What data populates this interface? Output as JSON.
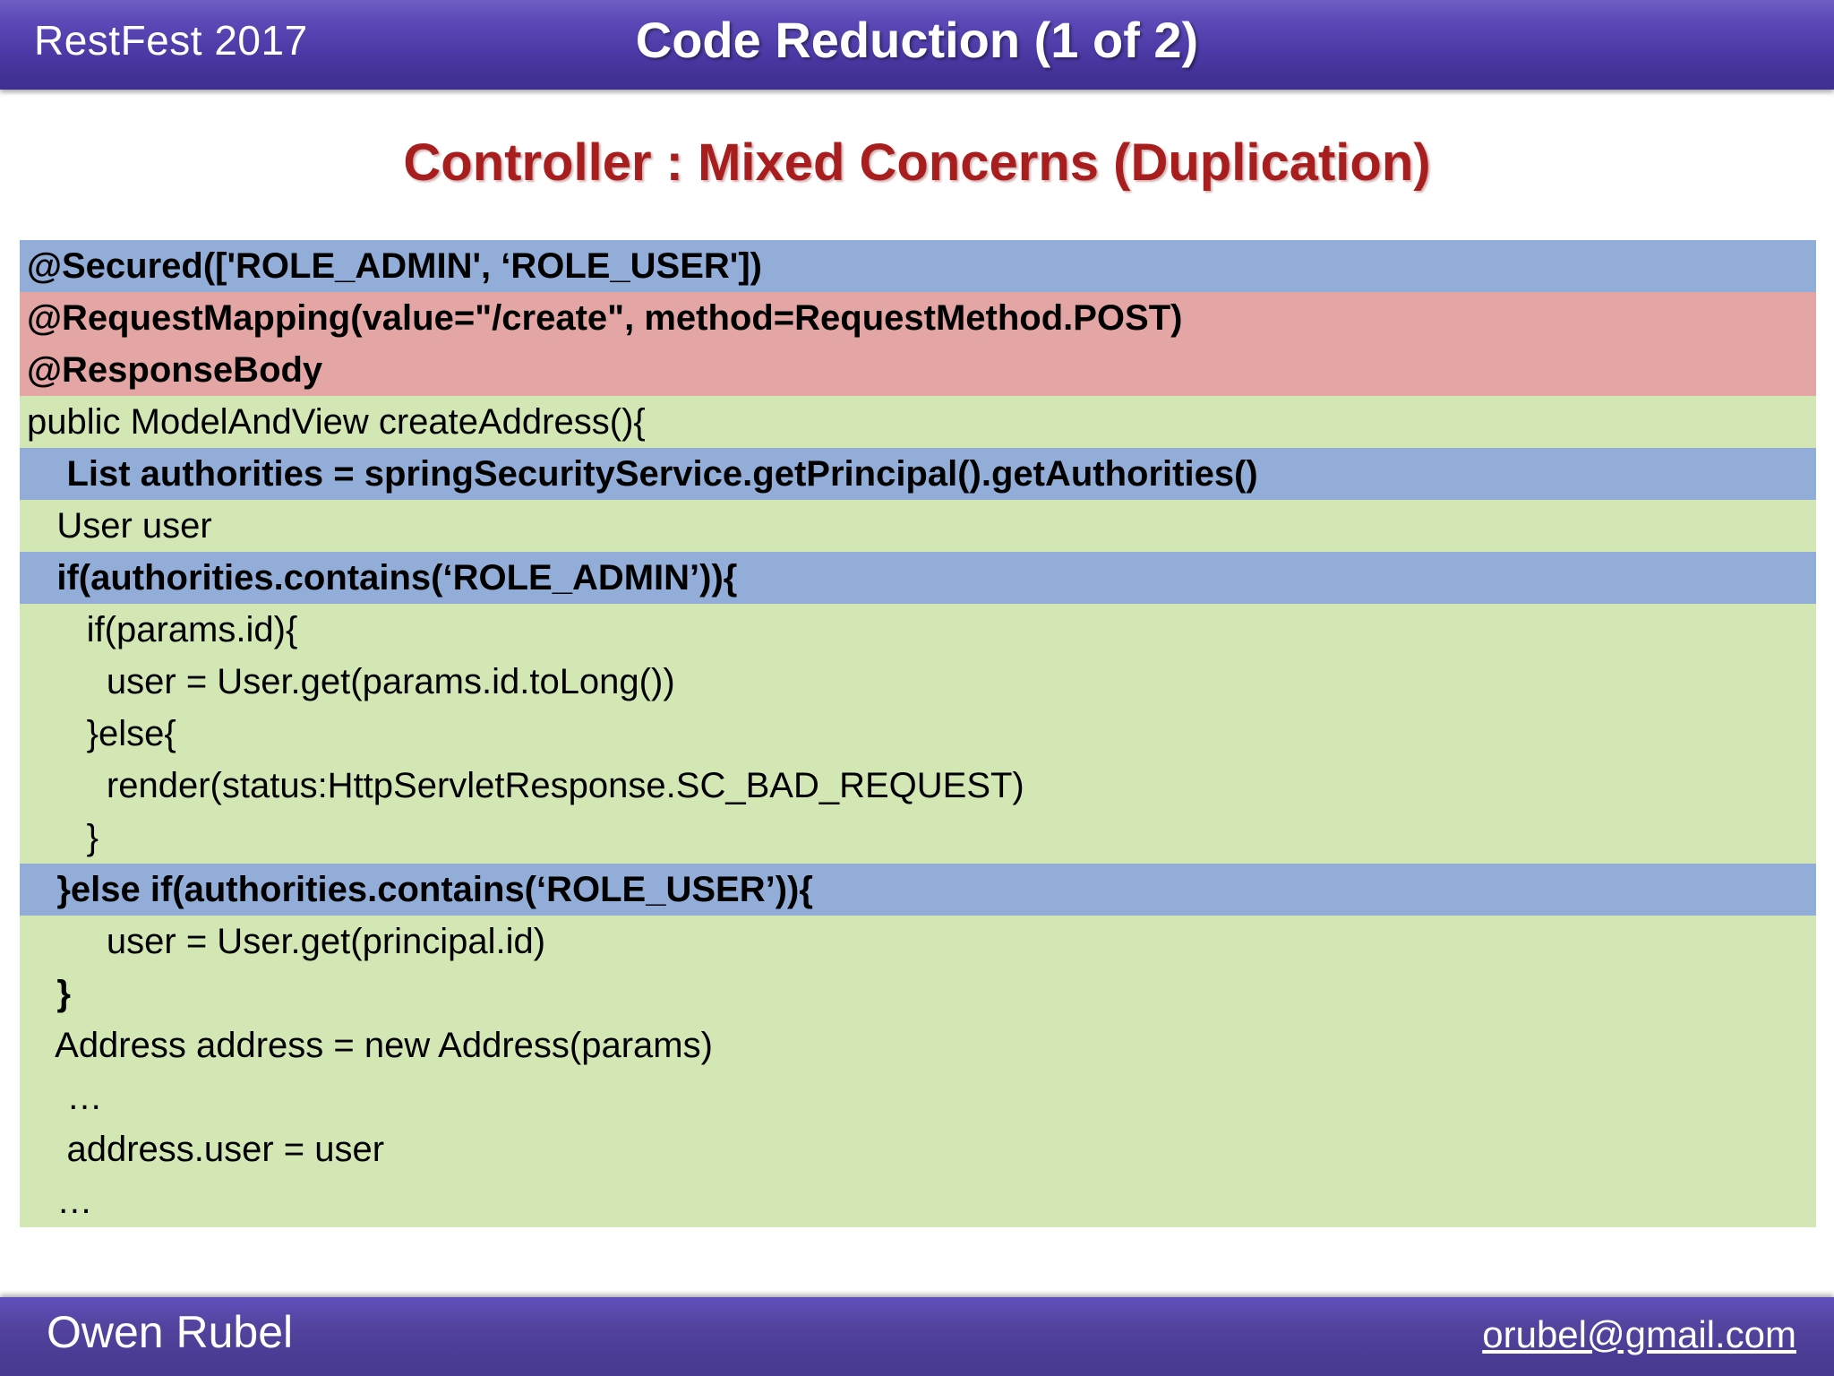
{
  "header": {
    "event": "RestFest 2017",
    "title": "Code Reduction (1 of 2)",
    "background_color": "#4e3ba8"
  },
  "slide": {
    "subtitle": "Controller : Mixed Concerns (Duplication)",
    "subtitle_color": "#a81e1e"
  },
  "code": {
    "highlight_colors": {
      "blue": "#92aed8",
      "pink": "#e4a5a5",
      "green": "#d2e7b4"
    },
    "lines": [
      {
        "text": "@Secured(['ROLE_ADMIN', ‘ROLE_USER'])",
        "bg": "blue",
        "bold": true
      },
      {
        "text": "@RequestMapping(value=\"/create\", method=RequestMethod.POST)",
        "bg": "pink",
        "bold": true
      },
      {
        "text": "@ResponseBody",
        "bg": "pink",
        "bold": true
      },
      {
        "text": "public ModelAndView createAddress(){",
        "bg": "green",
        "bold": false
      },
      {
        "text": "    List authorities = springSecurityService.getPrincipal().getAuthorities()",
        "bg": "blue",
        "bold": true
      },
      {
        "text": "   User user",
        "bg": "green",
        "bold": false
      },
      {
        "text": "   if(authorities.contains(‘ROLE_ADMIN’)){",
        "bg": "blue",
        "bold": true
      },
      {
        "text": "      if(params.id){",
        "bg": "green",
        "bold": false
      },
      {
        "text": "        user = User.get(params.id.toLong())",
        "bg": "green",
        "bold": false
      },
      {
        "text": "      }else{",
        "bg": "green",
        "bold": false
      },
      {
        "text": "        render(status:HttpServletResponse.SC_BAD_REQUEST)",
        "bg": "green",
        "bold": false
      },
      {
        "text": "      }",
        "bg": "green",
        "bold": false
      },
      {
        "text": "   }else if(authorities.contains(‘ROLE_USER’)){",
        "bg": "blue",
        "bold": true
      },
      {
        "text": "        user = User.get(principal.id)",
        "bg": "green",
        "bold": false
      },
      {
        "text": "   }",
        "bg": "green",
        "bold": true
      },
      {
        "text": "   Address address = new Address(params)",
        "bg": "green",
        "bold": false
      },
      {
        "text": "    …",
        "bg": "green",
        "bold": false
      },
      {
        "text": "    address.user = user",
        "bg": "green",
        "bold": false
      },
      {
        "text": "   …",
        "bg": "green",
        "bold": false
      }
    ]
  },
  "footer": {
    "name": "Owen Rubel",
    "email": "orubel@gmail.com"
  }
}
